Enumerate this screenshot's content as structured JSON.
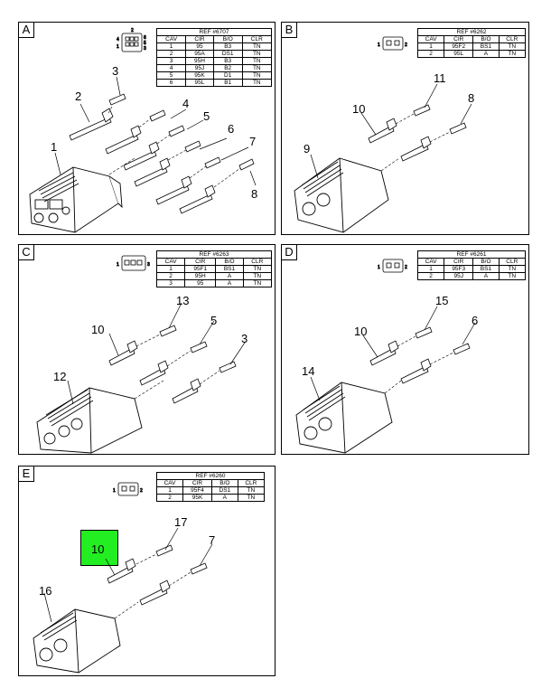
{
  "panels": {
    "A": {
      "letter": "A",
      "ref": "REF #6707",
      "headers": [
        "CAV",
        "CIR",
        "B/O",
        "CLR"
      ],
      "rows": [
        [
          "1",
          "95",
          "B3",
          "TN"
        ],
        [
          "2",
          "95A",
          "DS1",
          "TN"
        ],
        [
          "3",
          "95H",
          "B3",
          "TN"
        ],
        [
          "4",
          "95J",
          "B2",
          "TN"
        ],
        [
          "5",
          "95K",
          "D1",
          "TN"
        ],
        [
          "6",
          "95L",
          "B1",
          "TN"
        ]
      ],
      "callouts": [
        "1",
        "2",
        "3",
        "4",
        "5",
        "6",
        "7",
        "8"
      ],
      "pin_numbers": [
        "1",
        "2",
        "3",
        "4",
        "5",
        "6"
      ]
    },
    "B": {
      "letter": "B",
      "ref": "REF #6262",
      "headers": [
        "CAV",
        "CIR",
        "B/O",
        "CLR"
      ],
      "rows": [
        [
          "1",
          "95F2",
          "BS1",
          "TN"
        ],
        [
          "2",
          "95L",
          "A",
          "TN"
        ]
      ],
      "callouts": [
        "11",
        "8",
        "10",
        "9"
      ],
      "pin_numbers": [
        "1",
        "2"
      ]
    },
    "C": {
      "letter": "C",
      "ref": "REF #6263",
      "headers": [
        "CAV",
        "CIR",
        "B/O",
        "CLR"
      ],
      "rows": [
        [
          "1",
          "95F1",
          "BS1",
          "TN"
        ],
        [
          "2",
          "95H",
          "A",
          "TN"
        ],
        [
          "3",
          "95",
          "A",
          "TN"
        ]
      ],
      "callouts": [
        "13",
        "5",
        "10",
        "3",
        "12"
      ],
      "pin_numbers": [
        "1",
        "3"
      ]
    },
    "D": {
      "letter": "D",
      "ref": "REF #6261",
      "headers": [
        "CAV",
        "CIR",
        "B/O",
        "CLR"
      ],
      "rows": [
        [
          "1",
          "95F3",
          "BS1",
          "TN"
        ],
        [
          "2",
          "95J",
          "A",
          "TN"
        ]
      ],
      "callouts": [
        "15",
        "6",
        "10",
        "14"
      ],
      "pin_numbers": [
        "1",
        "2"
      ]
    },
    "E": {
      "letter": "E",
      "ref": "REF #6260",
      "headers": [
        "CAV",
        "CIR",
        "B/O",
        "CLR"
      ],
      "rows": [
        [
          "1",
          "95F4",
          "DS1",
          "TN"
        ],
        [
          "2",
          "95K",
          "A",
          "TN"
        ]
      ],
      "callouts": [
        "17",
        "7",
        "10",
        "16"
      ],
      "pin_numbers": [
        "1",
        "2"
      ]
    }
  },
  "colors": {
    "highlight": "#22ee22",
    "line": "#000000"
  }
}
